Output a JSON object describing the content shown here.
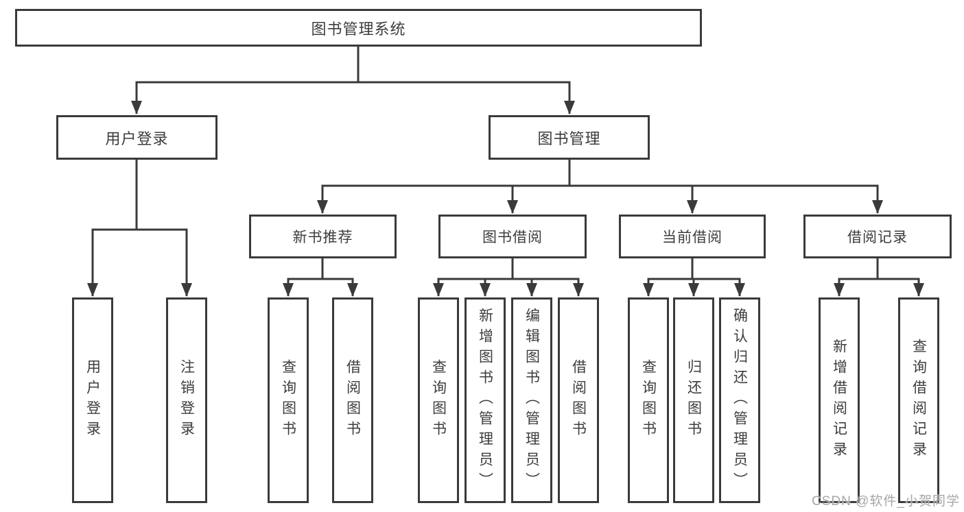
{
  "tree": {
    "label": "图书管理系统",
    "children": [
      {
        "label": "用户登录",
        "children": [
          {
            "label": "用户登录"
          },
          {
            "label": "注销登录"
          }
        ]
      },
      {
        "label": "图书管理",
        "children": [
          {
            "label": "新书推荐",
            "children": [
              {
                "label": "查询图书"
              },
              {
                "label": "借阅图书"
              }
            ]
          },
          {
            "label": "图书借阅",
            "children": [
              {
                "label": "查询图书"
              },
              {
                "label": "新增图书（管理员）"
              },
              {
                "label": "编辑图书（管理员）"
              },
              {
                "label": "借阅图书"
              }
            ]
          },
          {
            "label": "当前借阅",
            "children": [
              {
                "label": "查询图书"
              },
              {
                "label": "归还图书"
              },
              {
                "label": "确认归还（管理员）"
              }
            ]
          },
          {
            "label": "借阅记录",
            "children": [
              {
                "label": "新增借阅记录"
              },
              {
                "label": "查询借阅记录"
              }
            ]
          }
        ]
      }
    ]
  },
  "watermark": {
    "text": "CSDN @软件_小贺同学"
  },
  "colors": {
    "line": "#3a3a3a",
    "box_border": "#3a3a3a",
    "box_fill": "#ffffff",
    "text": "#3d3d3d",
    "watermark": "#a6a6a6",
    "background": "#ffffff"
  }
}
